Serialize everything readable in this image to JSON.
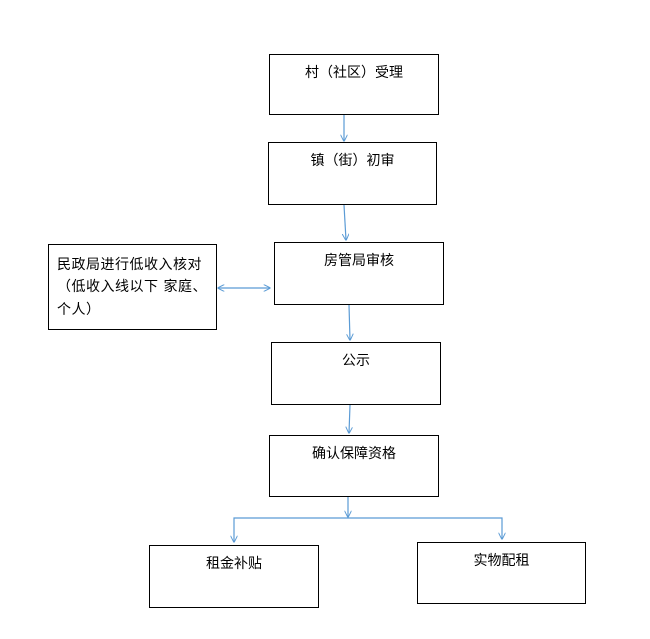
{
  "diagram": {
    "nodes": {
      "village_accept": {
        "text": "村（社区）受理"
      },
      "town_review": {
        "text": "镇（街）初审"
      },
      "housing_review": {
        "text": "房管局审核"
      },
      "civil_affairs": {
        "text": "民政局进行低收入核对（低收入线以下 家庭、个人）"
      },
      "publicity": {
        "text": "公示"
      },
      "confirm_eligibility": {
        "text": "确认保障资格"
      },
      "rent_subsidy": {
        "text": "租金补贴"
      },
      "in_kind_rental": {
        "text": "实物配租"
      }
    },
    "colors": {
      "connector": "#5b9bd5",
      "box_border": "#000000",
      "background": "#ffffff"
    }
  }
}
